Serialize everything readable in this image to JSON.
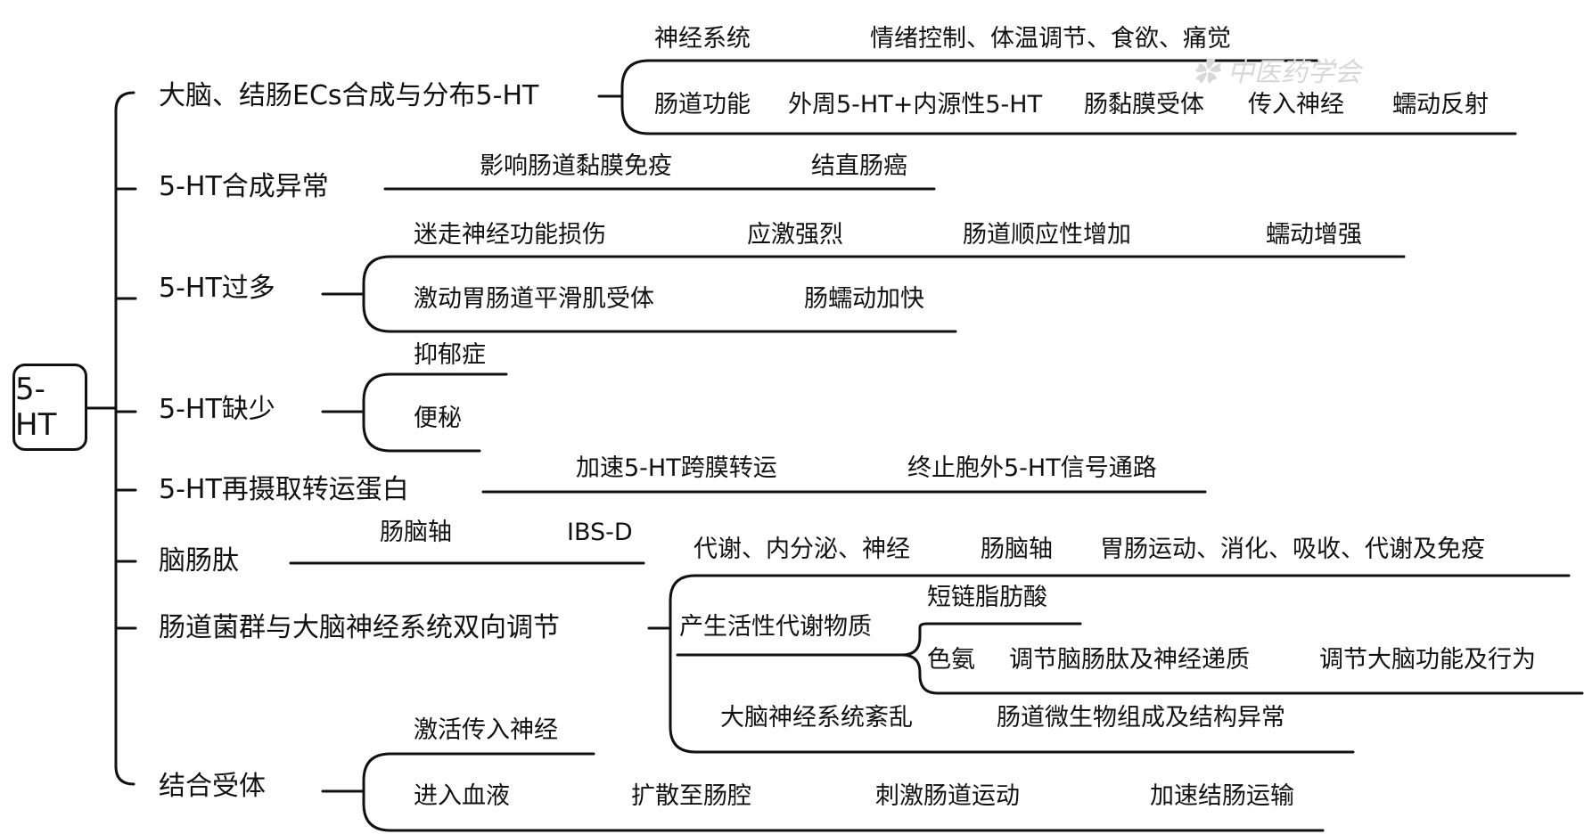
{
  "root": "5-HT",
  "branches": [
    {
      "label": "大脑、结肠ECs合成与分布5-HT",
      "groups": [
        [
          "神经系统",
          "情绪控制、体温调节、食欲、痛觉"
        ],
        [
          "肠道功能",
          "外周5-HT+内源性5-HT",
          "肠黏膜受体",
          "传入神经",
          "蠕动反射"
        ]
      ]
    },
    {
      "label": "5-HT合成异常",
      "groups": [
        [
          "影响肠道黏膜免疫",
          "结直肠癌"
        ]
      ]
    },
    {
      "label": "5-HT过多",
      "groups": [
        [
          "迷走神经功能损伤",
          "应激强烈",
          "肠道顺应性增加",
          "蠕动增强"
        ],
        [
          "激动胃肠道平滑肌受体",
          "肠蠕动加快"
        ]
      ]
    },
    {
      "label": "5-HT缺少",
      "groups": [
        [
          "抑郁症"
        ],
        [
          "便秘"
        ]
      ]
    },
    {
      "label": "5-HT再摄取转运蛋白",
      "groups": [
        [
          "加速5-HT跨膜转运",
          "终止胞外5-HT信号通路"
        ]
      ]
    },
    {
      "label": "脑肠肽",
      "groups": [
        [
          "肠脑轴",
          "IBS-D"
        ]
      ]
    },
    {
      "label": "肠道菌群与大脑神经系统双向调节",
      "groups": [
        [
          "代谢、内分泌、神经",
          "肠脑轴",
          "胃肠运动、消化、吸收、代谢及免疫"
        ],
        [
          "产生活性代谢物质"
        ],
        [
          "大脑神经系统紊乱",
          "肠道微生物组成及结构异常"
        ]
      ],
      "sub": {
        "groups": [
          [
            "短链脂肪酸"
          ],
          [
            "色氨",
            "调节脑肠肽及神经递质",
            "调节大脑功能及行为"
          ]
        ]
      }
    },
    {
      "label": "结合受体",
      "groups": [
        [
          "激活传入神经"
        ],
        [
          "进入血液",
          "扩散至肠腔",
          "刺激肠道运动",
          "加速结肠运输"
        ]
      ]
    }
  ]
}
